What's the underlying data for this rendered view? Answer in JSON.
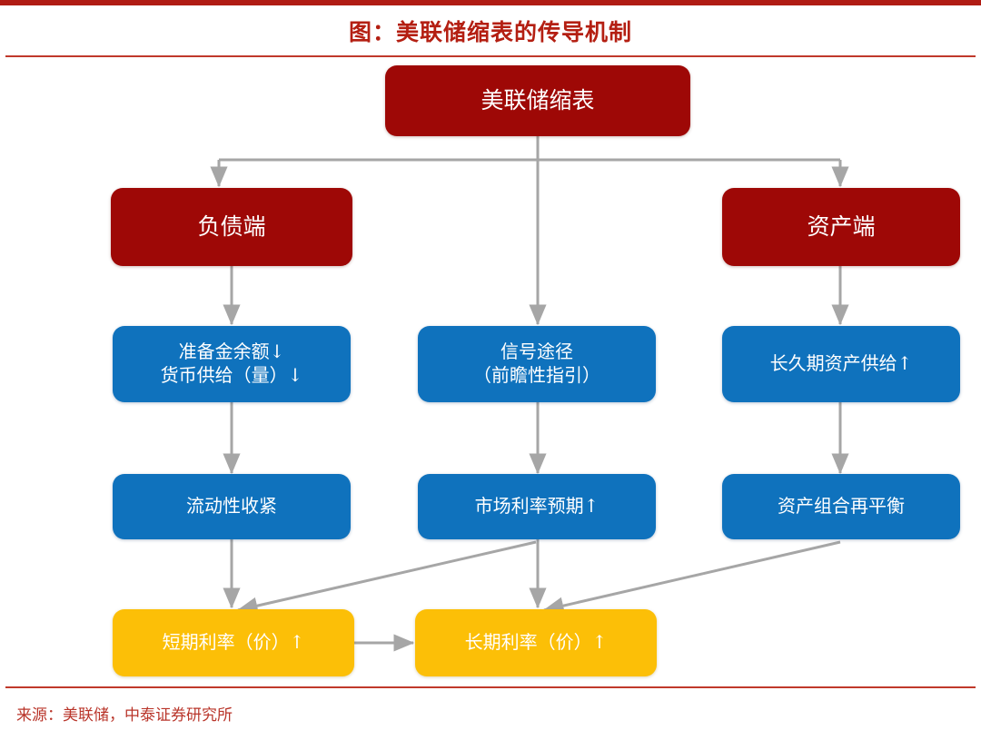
{
  "title": "图：美联储缩表的传导机制",
  "source": "来源：美联储，中泰证券研究所",
  "colors": {
    "title_red": "#b41f12",
    "rule_red": "#b01c14",
    "node_red": "#9e0806",
    "node_blue": "#0f72bd",
    "node_yellow": "#fcbf07",
    "connector_gray": "#a6a6a6",
    "text_white": "#ffffff",
    "source_red": "#b9352a",
    "background": "#ffffff"
  },
  "diagram": {
    "type": "flowchart",
    "nodes": [
      {
        "id": "fed-balance-sheet-reduction",
        "label": "美联储缩表",
        "color": "red",
        "row": 1
      },
      {
        "id": "liability-side",
        "label": "负债端",
        "color": "red",
        "row": 2
      },
      {
        "id": "asset-side",
        "label": "资产端",
        "color": "red",
        "row": 2
      },
      {
        "id": "reserve-balance-money-supply",
        "label": "准备金余额↓\n货币供给（量）↓",
        "color": "blue",
        "row": 3
      },
      {
        "id": "signal-channel",
        "label": "信号途径\n（前瞻性指引）",
        "color": "blue",
        "row": 3
      },
      {
        "id": "long-duration-asset-supply",
        "label": "长久期资产供给↑",
        "color": "blue",
        "row": 3
      },
      {
        "id": "liquidity-tightening",
        "label": "流动性收紧",
        "color": "blue",
        "row": 4
      },
      {
        "id": "market-rate-expectation",
        "label": "市场利率预期↑",
        "color": "blue",
        "row": 4
      },
      {
        "id": "portfolio-rebalancing",
        "label": "资产组合再平衡",
        "color": "blue",
        "row": 4
      },
      {
        "id": "short-term-rate",
        "label": "短期利率（价）↑",
        "color": "yellow",
        "row": 5
      },
      {
        "id": "long-term-rate",
        "label": "长期利率（价）↑",
        "color": "yellow",
        "row": 5
      }
    ],
    "edges": [
      {
        "from": "fed-balance-sheet-reduction",
        "to": "liability-side"
      },
      {
        "from": "fed-balance-sheet-reduction",
        "to": "signal-channel"
      },
      {
        "from": "fed-balance-sheet-reduction",
        "to": "asset-side"
      },
      {
        "from": "liability-side",
        "to": "reserve-balance-money-supply"
      },
      {
        "from": "asset-side",
        "to": "long-duration-asset-supply"
      },
      {
        "from": "reserve-balance-money-supply",
        "to": "liquidity-tightening"
      },
      {
        "from": "signal-channel",
        "to": "market-rate-expectation"
      },
      {
        "from": "long-duration-asset-supply",
        "to": "portfolio-rebalancing"
      },
      {
        "from": "liquidity-tightening",
        "to": "short-term-rate"
      },
      {
        "from": "market-rate-expectation",
        "to": "short-term-rate"
      },
      {
        "from": "market-rate-expectation",
        "to": "long-term-rate"
      },
      {
        "from": "portfolio-rebalancing",
        "to": "long-term-rate"
      },
      {
        "from": "short-term-rate",
        "to": "long-term-rate"
      }
    ]
  }
}
